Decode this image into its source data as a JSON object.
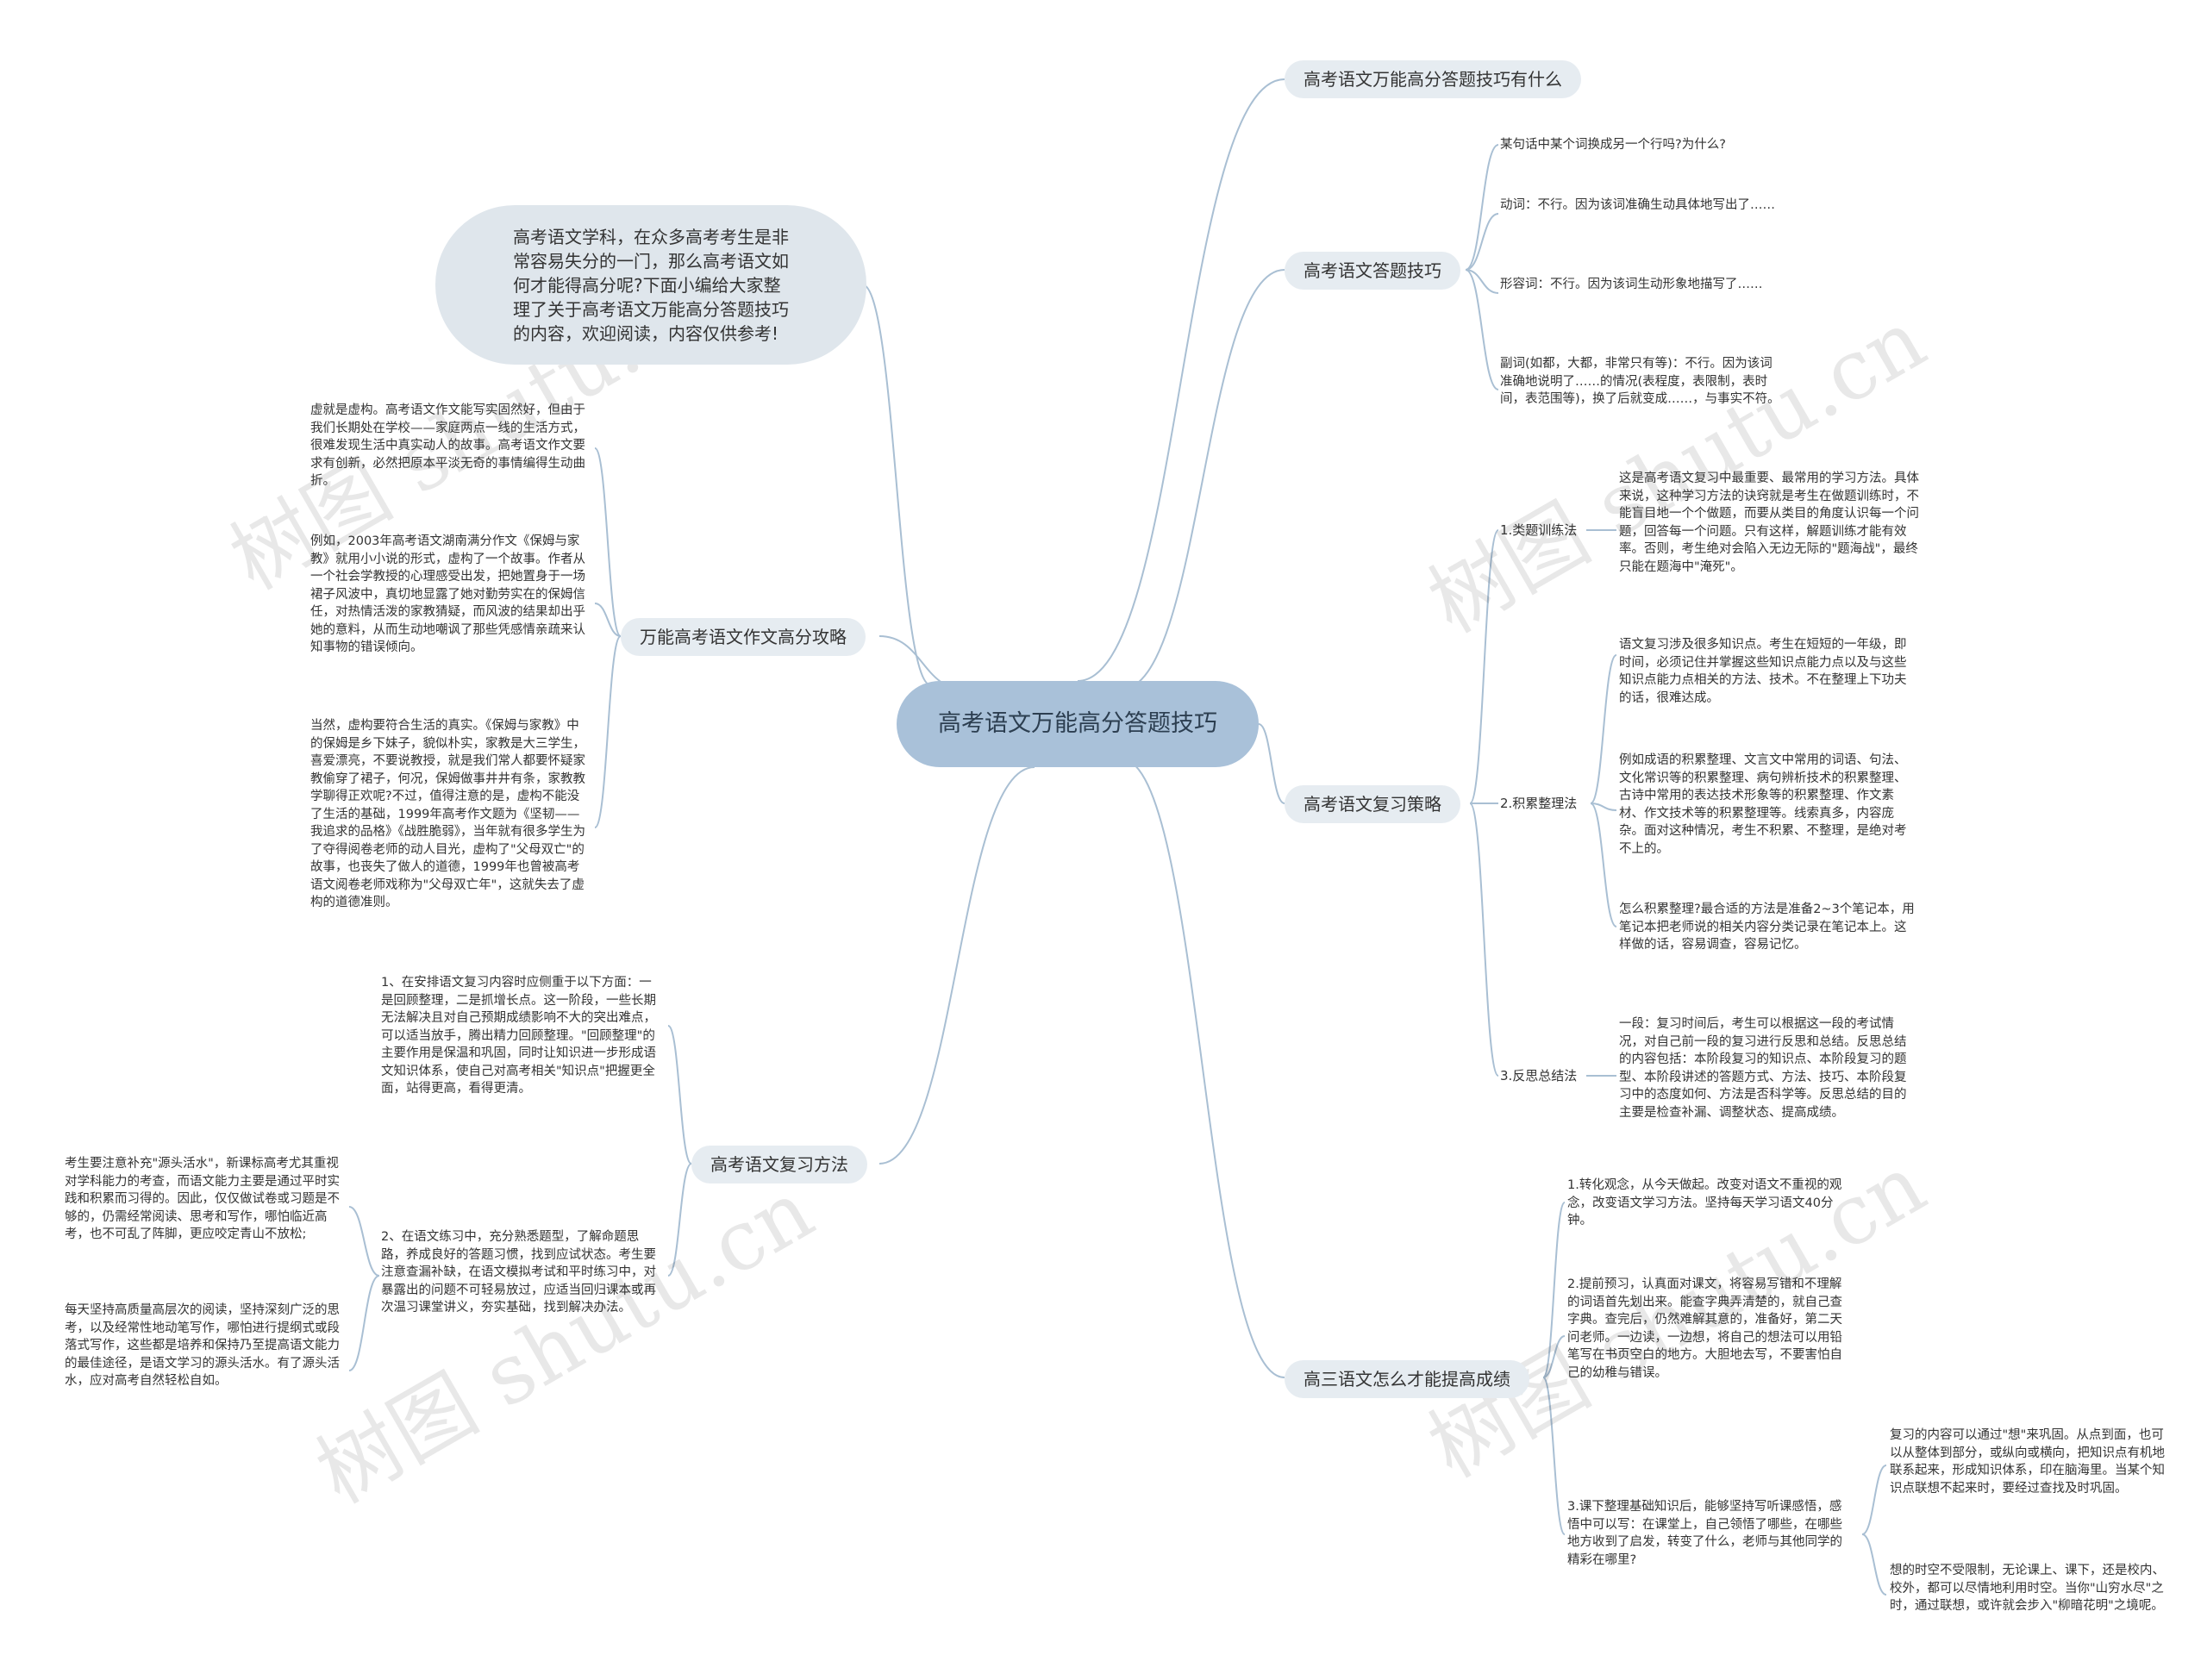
{
  "root": "高考语文万能高分答题技巧",
  "intro": "高考语文学科，在众多高考考生是非常容易失分的一门，那么高考语文如何才能得高分呢?下面小编给大家整理了关于高考语文万能高分答题技巧的内容，欢迎阅读，内容仅供参考!",
  "watermark": "树图 shutu.cn",
  "right": {
    "b1": "高考语文万能高分答题技巧有什么",
    "b2": {
      "label": "高考语文答题技巧",
      "leaves": [
        "某句话中某个词换成另一个行吗?为什么?",
        "动词：不行。因为该词准确生动具体地写出了……",
        "形容词：不行。因为该词生动形象地描写了……",
        "副词(如都，大都，非常只有等)：不行。因为该词准确地说明了……的情况(表程度，表限制，表时间，表范围等)，换了后就变成……，与事实不符。"
      ]
    },
    "b3": {
      "label": "高考语文复习策略",
      "s1": "1.类题训练法",
      "s1_leaf": "这是高考语文复习中最重要、最常用的学习方法。具体来说，这种学习方法的诀窍就是考生在做题训练时，不能盲目地一个个做题，而要从类目的角度认识每一个问题，回答每一个问题。只有这样，解题训练才能有效率。否则，考生绝对会陷入无边无际的\"题海战\"，最终只能在题海中\"淹死\"。",
      "s2": "2.积累整理法",
      "s2_leaves": [
        "语文复习涉及很多知识点。考生在短短的一年级，即时间，必须记住并掌握这些知识点能力点以及与这些知识点能力点相关的方法、技术。不在整理上下功夫的话，很难达成。",
        "例如成语的积累整理、文言文中常用的词语、句法、文化常识等的积累整理、病句辨析技术的积累整理、古诗中常用的表达技术形象等的积累整理、作文素材、作文技术等的积累整理等。线索真多，内容庞杂。面对这种情况，考生不积累、不整理，是绝对考不上的。",
        "怎么积累整理?最合适的方法是准备2~3个笔记本，用笔记本把老师说的相关内容分类记录在笔记本上。这样做的话，容易调查，容易记忆。"
      ],
      "s3": "3.反思总结法",
      "s3_leaf": "一段：复习时间后，考生可以根据这一段的考试情况，对自己前一段的复习进行反思和总结。反思总结的内容包括：本阶段复习的知识点、本阶段复习的题型、本阶段讲述的答题方式、方法、技巧、本阶段复习中的态度如何、方法是否科学等。反思总结的目的主要是检查补漏、调整状态、提高成绩。"
    },
    "b4": {
      "label": "高三语文怎么才能提高成绩",
      "leaves": [
        "1.转化观念，从今天做起。改变对语文不重视的观念，改变语文学习方法。坚持每天学习语文40分钟。",
        "2.提前预习，认真面对课文，将容易写错和不理解的词语首先划出来。能查字典弄清楚的，就自己查字典。查完后，仍然难解其意的，准备好，第二天问老师。一边读，一边想，将自己的想法可以用铅笔写在书页空白的地方。大胆地去写，不要害怕自己的幼稚与错误。",
        "3.课下整理基础知识后，能够坚持写听课感悟，感悟中可以写：在课堂上，自己领悟了哪些，在哪些地方收到了启发，转变了什么，老师与其他同学的精彩在哪里?"
      ],
      "sub_leaves": [
        "复习的内容可以通过\"想\"来巩固。从点到面，也可以从整体到部分，或纵向或横向，把知识点有机地联系起来，形成知识体系，印在脑海里。当某个知识点联想不起来时，要经过查找及时巩固。",
        "想的时空不受限制，无论课上、课下，还是校内、校外，都可以尽情地利用时空。当你\"山穷水尽\"之时，通过联想，或许就会步入\"柳暗花明\"之境呢。"
      ]
    }
  },
  "left": {
    "b1": {
      "label": "万能高考语文作文高分攻略",
      "leaves": [
        "虚就是虚构。高考语文作文能写实固然好，但由于我们长期处在学校——家庭两点一线的生活方式，很难发现生活中真实动人的故事。高考语文作文要求有创新，必然把原本平淡无奇的事情编得生动曲折。",
        "例如，2003年高考语文湖南满分作文《保姆与家教》就用小小说的形式，虚构了一个故事。作者从一个社会学教授的心理感受出发，把她置身于一场裙子风波中，真切地显露了她对勤劳实在的保姆信任，对热情活泼的家教猜疑，而风波的结果却出乎她的意料，从而生动地嘲讽了那些凭感情亲疏来认知事物的错误倾向。",
        "当然，虚构要符合生活的真实。《保姆与家教》中的保姆是乡下妹子，貌似朴实，家教是大三学生，喜爱漂亮，不要说教授，就是我们常人都要怀疑家教偷穿了裙子，何况，保姆做事井井有条，家教教学聊得正欢呢?不过，值得注意的是，虚构不能没了生活的基础，1999年高考作文题为《坚韧——我追求的品格》《战胜脆弱》，当年就有很多学生为了夺得阅卷老师的动人目光，虚构了\"父母双亡\"的故事，也丧失了做人的道德，1999年也曾被高考语文阅卷老师戏称为\"父母双亡年\"，这就失去了虚构的道德准则。"
      ]
    },
    "b2": {
      "label": "高考语文复习方法",
      "leaf1": "1、在安排语文复习内容时应侧重于以下方面：一是回顾整理，二是抓增长点。这一阶段，一些长期无法解决且对自己预期成绩影响不大的突出难点，可以适当放手，腾出精力回顾整理。\"回顾整理\"的主要作用是保温和巩固，同时让知识进一步形成语文知识体系，使自己对高考相关\"知识点\"把握更全面，站得更高，看得更清。",
      "leaf2": "2、在语文练习中，充分熟悉题型，了解命题思路，养成良好的答题习惯，找到应试状态。考生要注意查漏补缺，在语文模拟考试和平时练习中，对暴露出的问题不可轻易放过，应适当回归课本或再次温习课堂讲义，夯实基础，找到解决办法。",
      "far_leaves": [
        "考生要注意补充\"源头活水\"，新课标高考尤其重视对学科能力的考查，而语文能力主要是通过平时实践和积累而习得的。因此，仅仅做试卷或习题是不够的，仍需经常阅读、思考和写作，哪怕临近高考，也不可乱了阵脚，更应咬定青山不放松;",
        "每天坚持高质量高层次的阅读，坚持深刻广泛的思考，以及经常性地动笔写作，哪怕进行提纲式或段落式写作，这些都是培养和保持乃至提高语文能力的最佳途径，是语文学习的源头活水。有了源头活水，应对高考自然轻松自如。"
      ]
    }
  }
}
